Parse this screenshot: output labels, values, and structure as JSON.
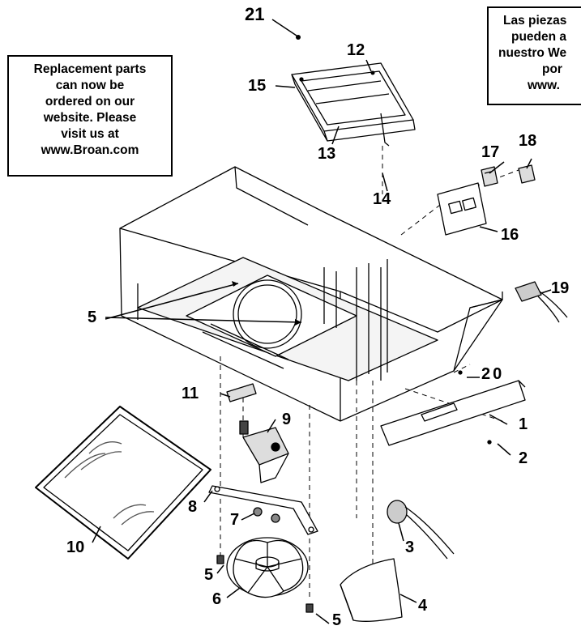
{
  "notice_en": {
    "lines": [
      "Replacement parts",
      "can now be",
      "ordered on our",
      "website. Please",
      "visit us at",
      "www.Broan.com"
    ]
  },
  "notice_es": {
    "lines": [
      "Las piezas",
      "pueden a",
      "nuestro We",
      "por",
      "www."
    ]
  },
  "callouts": {
    "c1": "1",
    "c2": "2",
    "c3": "3",
    "c4": "4",
    "c5a": "5",
    "c5b": "5",
    "c5c": "5",
    "c6": "6",
    "c7": "7",
    "c8": "8",
    "c9": "9",
    "c10": "10",
    "c11": "11",
    "c12": "12",
    "c13": "13",
    "c14": "14",
    "c15": "15",
    "c16": "16",
    "c17": "17",
    "c18": "18",
    "c19": "19",
    "c20": "20",
    "c21": "21"
  }
}
